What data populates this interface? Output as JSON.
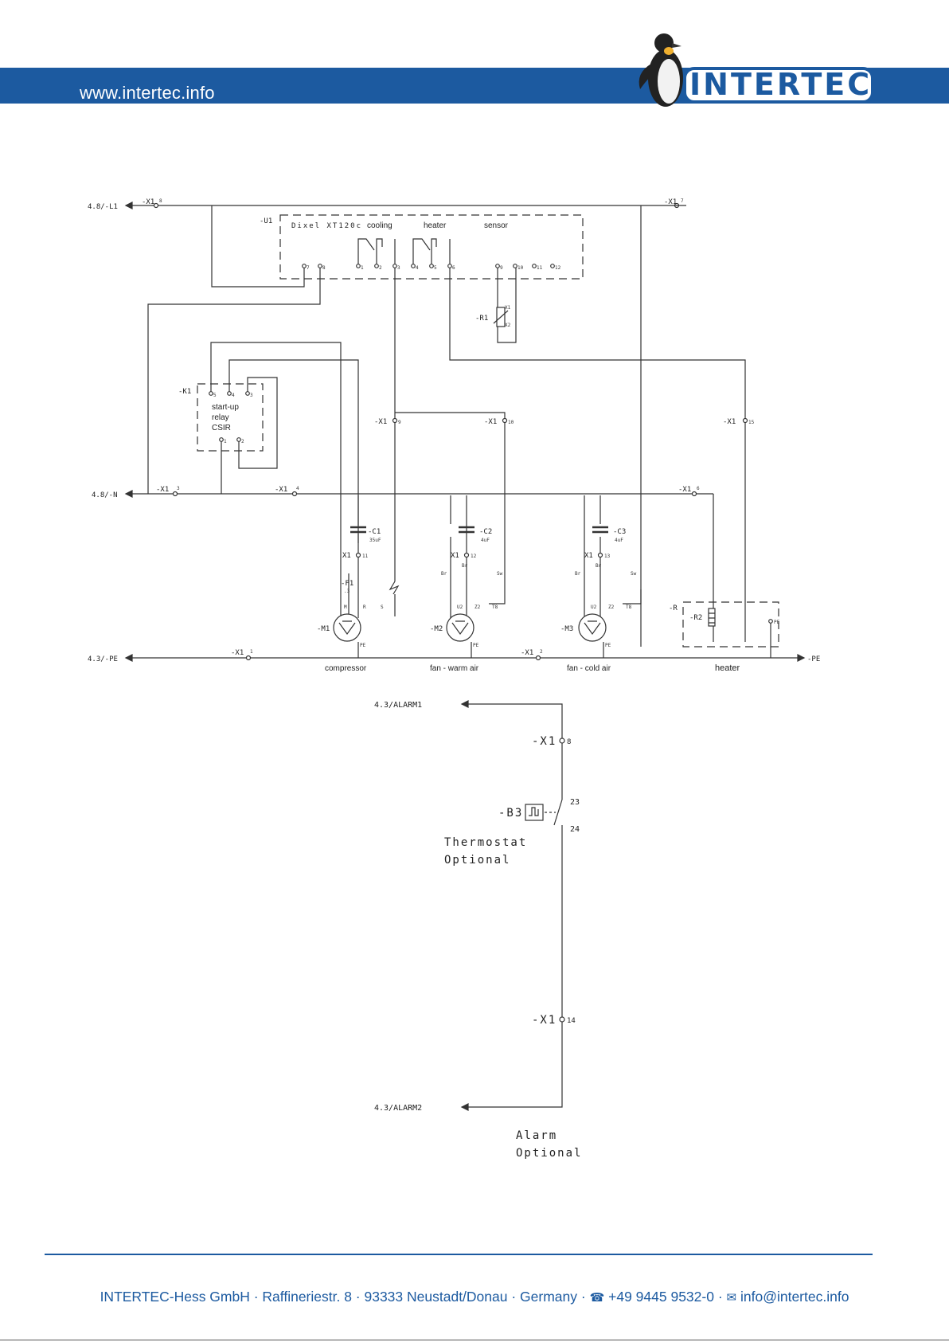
{
  "header": {
    "url": "www.intertec.info",
    "logo_text": "INTERTEC",
    "brand_color": "#1c5aa0"
  },
  "diagram": {
    "refs": {
      "l1": "4.8/-L1",
      "n": "4.8/-N",
      "pe_left": "4.3/-PE",
      "pe_right": "-PE",
      "alarm1": "4.3/ALARM1",
      "alarm2": "4.3/ALARM2"
    },
    "terminals": {
      "x1_8_top": "-X1",
      "x1_8_top_n": "8",
      "x1_7": "-X1",
      "x1_7_n": "7",
      "x1_3": "-X1",
      "x1_3_n": "3",
      "x1_4": "-X1",
      "x1_4_n": "4",
      "x1_2": "-X1",
      "x1_2_n": "2",
      "x1_1": "-X1",
      "x1_1_n": "1",
      "x1_9": "-X1",
      "x1_9_n": "9",
      "x1_10": "-X1",
      "x1_10_n": "10",
      "x1_15": "-X1",
      "x1_15_n": "15",
      "x1_6": "-X1",
      "x1_6_n": "6",
      "x1_11": "X1",
      "x1_11_n": "11",
      "x1_12": "X1",
      "x1_12_n": "12",
      "x1_13": "X1",
      "x1_13_n": "13",
      "x1_8_alarm": "-X1",
      "x1_8_alarm_n": "8",
      "x1_14": "-X1",
      "x1_14_n": "14"
    },
    "controller": {
      "ref": "-U1",
      "name": "Dixel XT120c",
      "cooling": "cooling",
      "heater": "heater",
      "sensor": "sensor",
      "pins": [
        "7",
        "8",
        "1",
        "2",
        "3",
        "4",
        "5",
        "6",
        "9",
        "10",
        "11",
        "12"
      ]
    },
    "r1": {
      "ref": "-R1",
      "a": "X1",
      "b": "X2"
    },
    "relay": {
      "ref": "-K1",
      "line1": "start-up",
      "line2": "relay",
      "line3": "CSIR",
      "pins": [
        "5",
        "4",
        "3",
        "1",
        "2"
      ]
    },
    "capacitors": [
      {
        "ref": "-C1",
        "value": "35uF"
      },
      {
        "ref": "-C2",
        "value": "4uF"
      },
      {
        "ref": "-C3",
        "value": "4uF"
      }
    ],
    "f1": {
      "ref": "-F1",
      "sub": ".3"
    },
    "motors": [
      {
        "ref": "-M1",
        "caption": "compressor"
      },
      {
        "ref": "-M2",
        "caption": "fan - warm air"
      },
      {
        "ref": "-M3",
        "caption": "fan - cold air"
      }
    ],
    "wires": {
      "br": "Br",
      "sw": "Sw",
      "u2": "U2",
      "z2": "Z2",
      "t8": "T8",
      "pe": "PE",
      "m": "M",
      "r": "R",
      "s": "S"
    },
    "heater": {
      "ref": "-R",
      "r2": "-R2",
      "caption": "heater",
      "pe": "PE"
    },
    "thermostat": {
      "ref": "-B3",
      "pin_a": "23",
      "pin_b": "24",
      "label1": "Thermostat",
      "label2": "Optional"
    },
    "alarm": {
      "label1": "Alarm",
      "label2": "Optional"
    }
  },
  "footer": {
    "company": "INTERTEC-Hess GmbH · Raffineriestr. 8 · 93333 Neustadt/Donau · Germany ·",
    "phone_icon": "phone-icon",
    "phone": "+49 9445 9532-0 ·",
    "mail_icon": "mail-icon",
    "email": "info@intertec.info"
  }
}
